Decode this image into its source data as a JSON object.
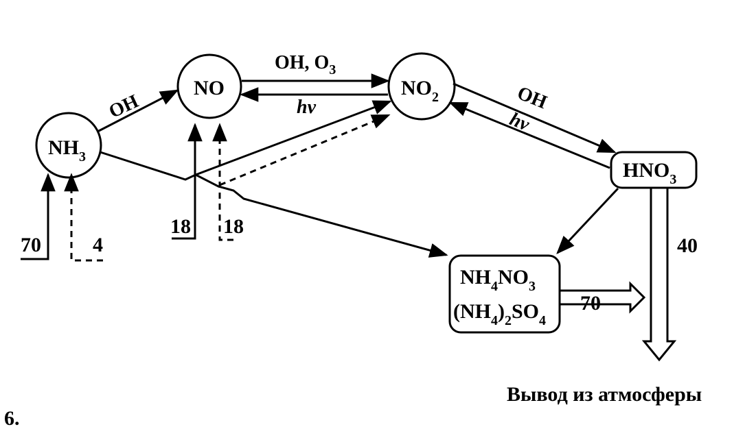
{
  "diagram": {
    "nodes": {
      "nh3": {
        "main": "NH",
        "sub": "3"
      },
      "no": {
        "main": "NO"
      },
      "no2": {
        "main": "NO",
        "sub": "2"
      },
      "hno3": {
        "main": "HNO",
        "sub": "3"
      },
      "salts": {
        "line1": {
          "a": "NH",
          "s1": "4",
          "b": "NO",
          "s2": "3"
        },
        "line2": {
          "a": "(NH",
          "s1": "4",
          "b": ")",
          "s2": "2",
          "c": "SO",
          "s3": "4"
        }
      }
    },
    "edge_labels": {
      "nh3_to_no": "OH",
      "no_to_no2": "OH, O",
      "no_to_no2_sub": "3",
      "no2_to_no": "hν",
      "no2_to_hno3": "OH",
      "hno3_to_no2": "hν"
    },
    "inputs": {
      "nh3_solid": "70",
      "nh3_dashed": "4",
      "no_solid": "18",
      "no_dashed": "18"
    },
    "outputs": {
      "hno3_removal": "40",
      "salts_removal": "70"
    },
    "footer_text": "Вывод из атмосферы",
    "figure_number": "6."
  }
}
